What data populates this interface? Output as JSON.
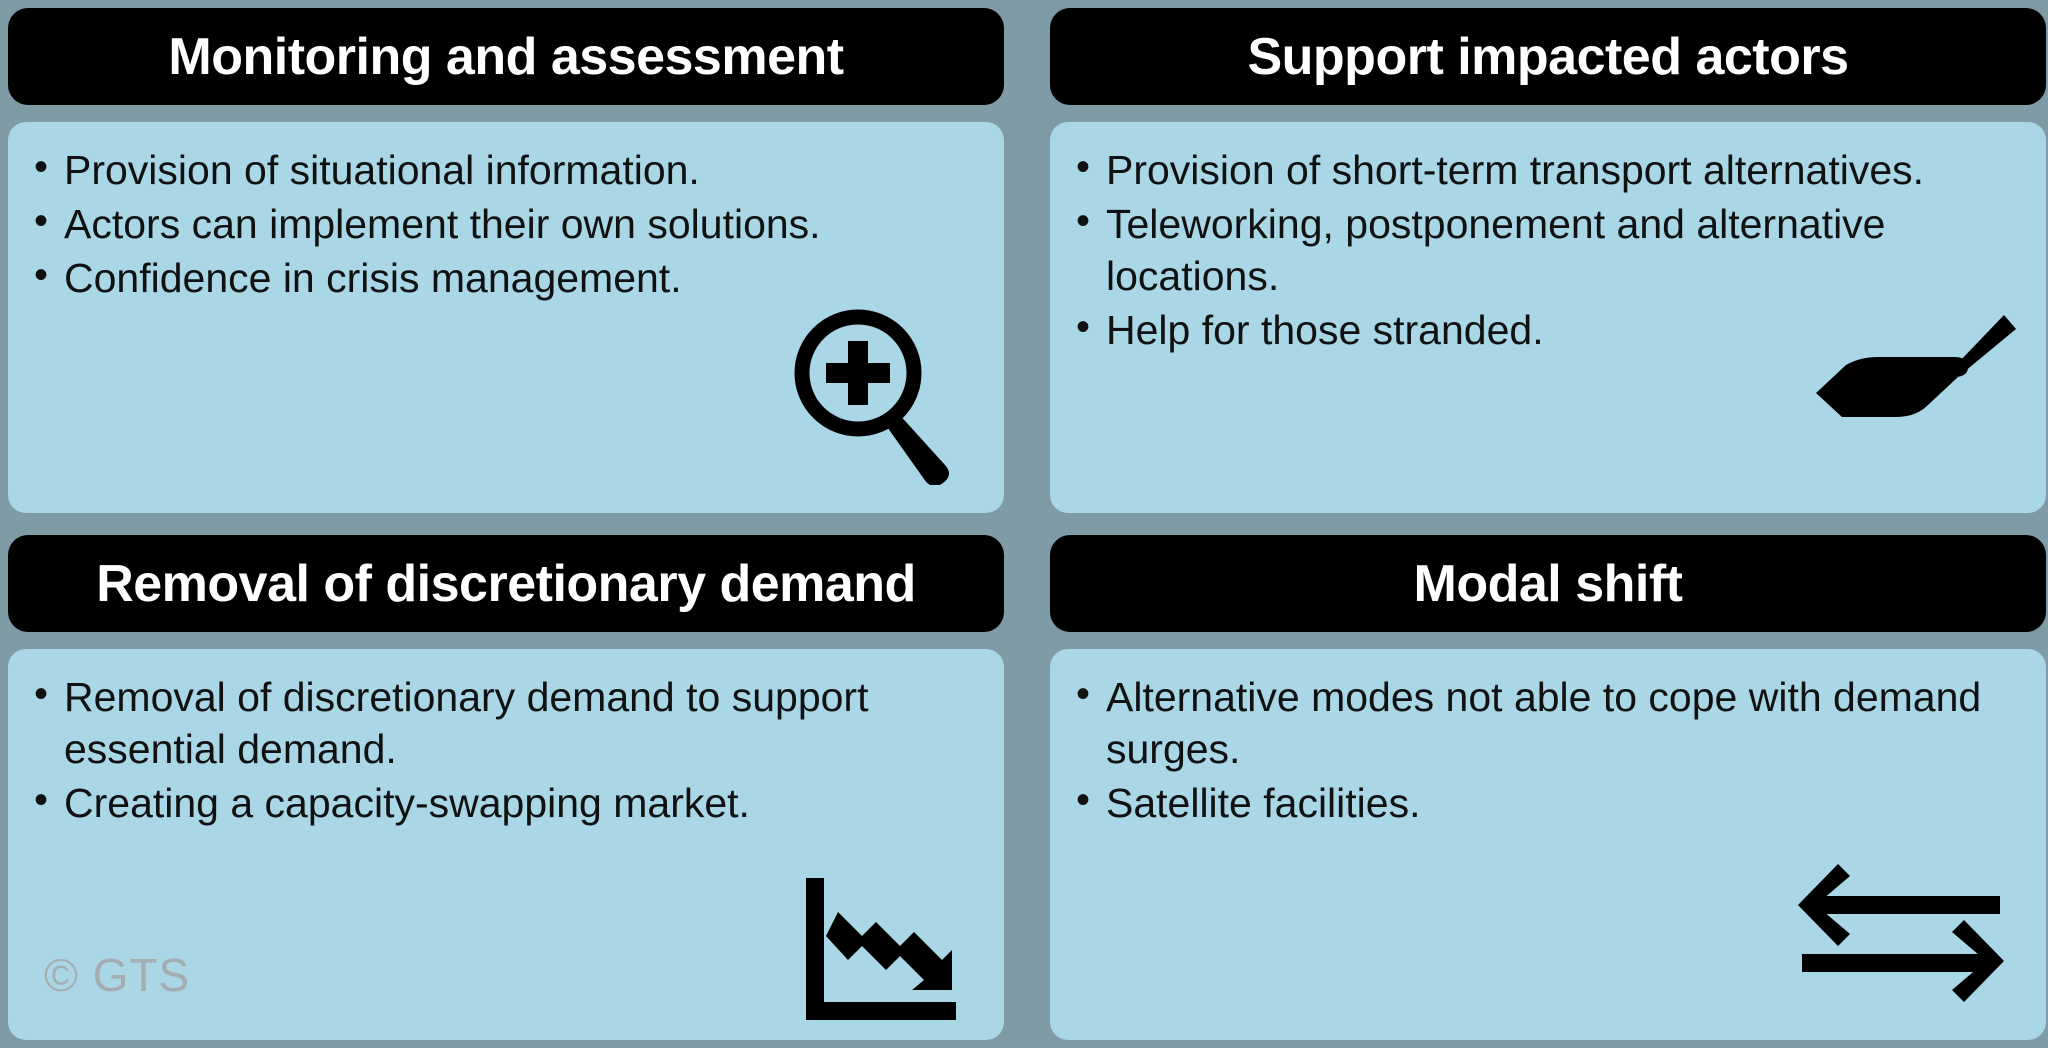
{
  "theme": {
    "background_color": "#7f9ba6",
    "header_bg_color": "#000000",
    "header_text_color": "#ffffff",
    "body_bg_color": "#a9d7e5",
    "body_text_color": "#111111",
    "watermark_color": "#a6adb0"
  },
  "watermark": {
    "text": "© GTS"
  },
  "panels": [
    {
      "title": "Monitoring and assessment",
      "icon": "magnifier-plus-icon",
      "bullets": [
        "Provision of situational information.",
        "Actors can implement their own solutions.",
        "Confidence in crisis management."
      ]
    },
    {
      "title": "Support impacted actors",
      "icon": "helping-hand-icon",
      "bullets": [
        "Provision of short-term transport alternatives.",
        "Teleworking, postponement and alternative locations.",
        "Help for those stranded."
      ]
    },
    {
      "title": "Removal of discretionary demand",
      "icon": "declining-chart-icon",
      "bullets": [
        "Removal of discretionary demand to support essential demand.",
        "Creating a capacity-swapping market."
      ]
    },
    {
      "title": "Modal shift",
      "icon": "two-way-arrows-icon",
      "bullets": [
        "Alternative modes not able to cope with demand surges.",
        "Satellite facilities."
      ]
    }
  ]
}
